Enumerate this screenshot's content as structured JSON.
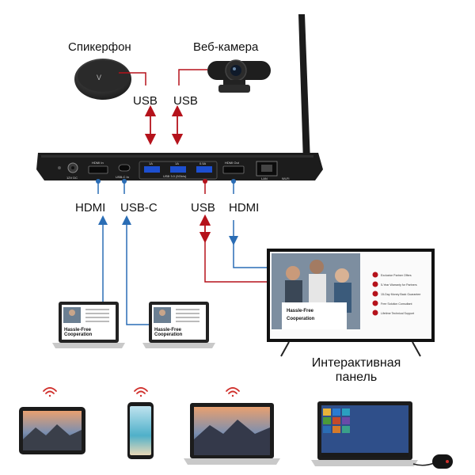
{
  "devices": {
    "speakerphone_label": "Спикерфон",
    "webcam_label": "Веб-камера",
    "panel_label_line1": "Интерактивная",
    "panel_label_line2": "панель"
  },
  "connections": {
    "top_left": "USB",
    "top_right": "USB",
    "bottom_hdmi_in": "HDMI",
    "bottom_usbc": "USB-C",
    "bottom_usb": "USB",
    "bottom_hdmi_out": "HDMI"
  },
  "hub": {
    "port_dc": "12V DC",
    "port_hdmi_in": "HDMI In",
    "port_usbc_in": "USB-C In",
    "usb_labels": [
      "1A",
      "1A",
      "0.5A"
    ],
    "usb_group": "USB 3.0 (5Gb/s)",
    "port_hdmi_out": "HDMI Out",
    "port_lan": "LAN",
    "port_wifi": "Wi-Fi"
  },
  "screen": {
    "title_line1": "Hassle-Free",
    "title_line2": "Cooperation",
    "list": [
      "Exclusive Partner Offers",
      "5-Year Warranty for Partners",
      "15-Day Money Back Guarantee",
      "Free Solution Consultant",
      "Lifetime Technical Support"
    ]
  },
  "colors": {
    "usb_line": "#b5121b",
    "hdmi_line": "#2a6db5",
    "wifi": "#d0312d"
  }
}
